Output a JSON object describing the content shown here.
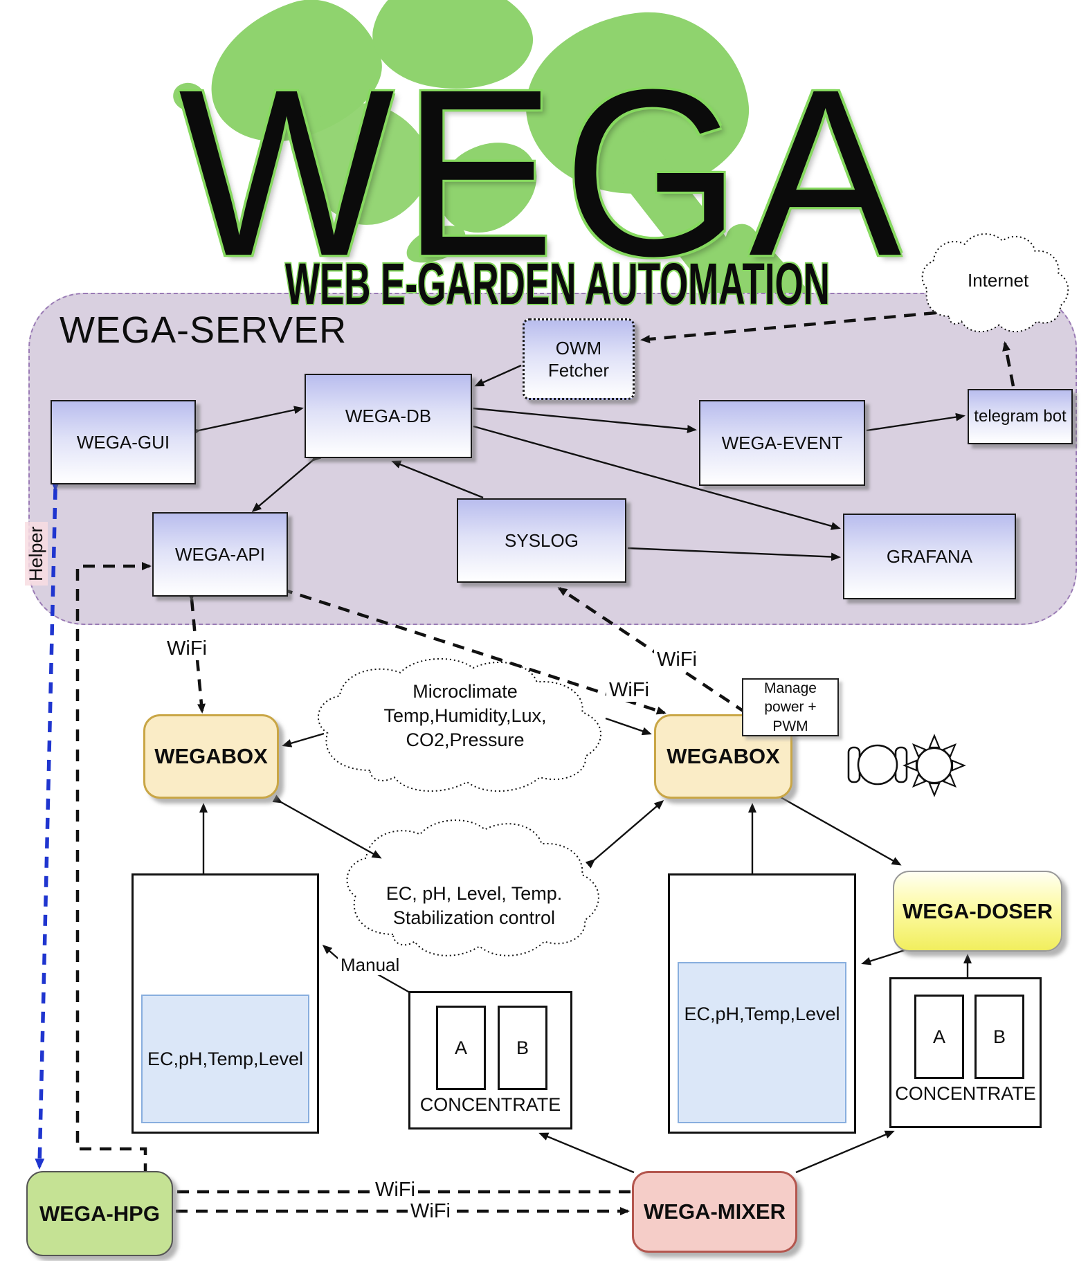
{
  "logo": {
    "title": "WEGA",
    "subtitle": "Web e-garden automation"
  },
  "server": {
    "title": "WEGA-SERVER",
    "nodes": {
      "gui": "WEGA-GUI",
      "db": "WEGA-DB",
      "owm_line1": "OWM",
      "owm_line2": "Fetcher",
      "event": "WEGA-EVENT",
      "telegram_bot": "telegram bot",
      "api": "WEGA-API",
      "syslog": "SYSLOG",
      "grafana": "GRAFANA"
    }
  },
  "internet": {
    "label": "Internet"
  },
  "connection_labels": {
    "wifi": "WiFi",
    "helper": "Helper",
    "manual": "Manual"
  },
  "clouds": {
    "microclimate": {
      "line1": "Microclimate",
      "line2": "Temp,Humidity,Lux,",
      "line3": "CO2,Pressure"
    },
    "stabilization": {
      "line1": "EC, pH, Level, Temp.",
      "line2": "Stabilization control"
    }
  },
  "devices": {
    "wegabox_left": "WEGABOX",
    "wegabox_right": "WEGABOX",
    "doser": "WEGA-DOSER",
    "hpg": "WEGA-HPG",
    "mixer": "WEGA-MIXER",
    "manage_power_line1": "Manage power +",
    "manage_power_line2": "PWM"
  },
  "tanks": {
    "left_label": "EC,pH,Temp,Level",
    "right_label": "EC,pH,Temp,Level"
  },
  "concentrate": {
    "title": "CONCENTRATE",
    "bottle_a": "A",
    "bottle_b": "B"
  },
  "colors": {
    "server_bg": "#d9d0e0",
    "server_border": "#9a7bb5",
    "node_gradient_top": "#b9bdee",
    "wegabox_fill": "#faecc6",
    "wegabox_border": "#c9a646",
    "doser_bottom": "#f1ee5e",
    "hpg_fill": "#c5e294",
    "mixer_fill": "#f5cdc8",
    "mixer_border": "#b4564e",
    "water_fill": "#dbe7f8",
    "helper_blue": "#1f35cf",
    "logo_green": "#8fd36e"
  }
}
